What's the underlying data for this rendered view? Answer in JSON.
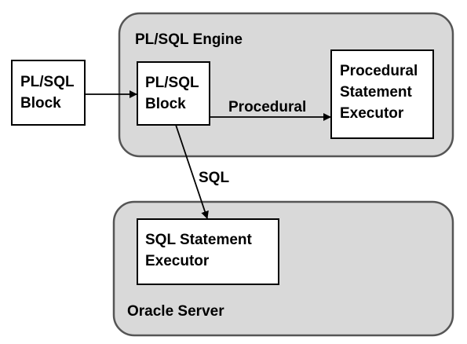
{
  "containers": {
    "plsql_engine": {
      "label": "PL/SQL Engine"
    },
    "oracle_server": {
      "label": "Oracle Server"
    }
  },
  "nodes": {
    "external_block": {
      "lines": [
        "PL/SQL",
        "Block"
      ]
    },
    "engine_block": {
      "lines": [
        "PL/SQL",
        "Block"
      ]
    },
    "procedural_executor": {
      "lines": [
        "Procedural",
        "Statement",
        "Executor"
      ]
    },
    "sql_executor": {
      "lines": [
        "SQL Statement",
        "Executor"
      ]
    }
  },
  "edges": {
    "procedural": {
      "label": "Procedural"
    },
    "sql": {
      "label": "SQL"
    }
  },
  "colors": {
    "container_fill": "#d9d9d9",
    "container_stroke": "#555555",
    "box_fill": "#ffffff",
    "box_stroke": "#000000"
  }
}
